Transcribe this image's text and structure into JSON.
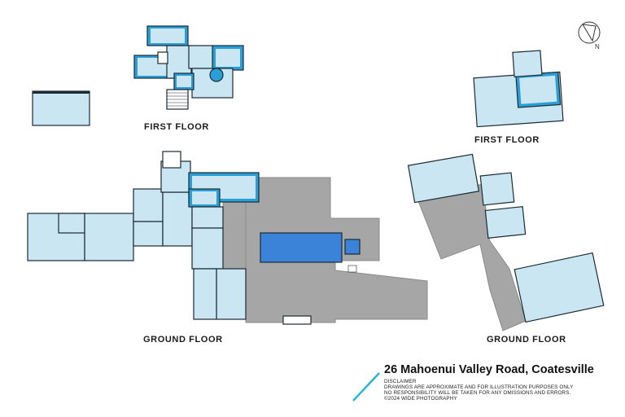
{
  "address": "26 Mahoenui Valley Road, Coatesville",
  "floor_labels": {
    "first_floor_left": "FIRST FLOOR",
    "first_floor_right": "FIRST FLOOR",
    "ground_floor_left": "GROUND FLOOR",
    "ground_floor_right": "GROUND FLOOR"
  },
  "disclaimer": {
    "heading": "DISCLAIMER",
    "line1": "DRAWINGS ARE APPROXIMATE AND FOR ILLUSTRATION PURPOSES ONLY",
    "line2": "NO RESPONSIBILITY WILL BE TAKEN FOR ANY OMISSIONS AND ERRORS.",
    "copyright": "©2024 WIDE PHOTOGRAPHY"
  },
  "compass_letter": "N",
  "colors": {
    "room_light": "#c9e6f2",
    "room_accent": "#2a9fd6",
    "pool": "#3b82d9",
    "deck": "#a6a6a6",
    "wall": "#1c2a33",
    "logo": "#29b6d6"
  }
}
